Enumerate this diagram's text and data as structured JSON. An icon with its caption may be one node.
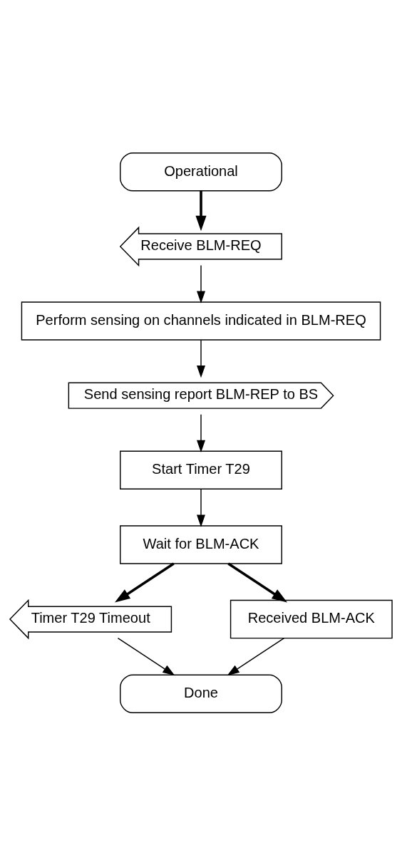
{
  "diagram": {
    "nodes": [
      {
        "text": [
          "Operational"
        ]
      },
      {
        "text": [
          "Receive BLM-REQ"
        ]
      },
      {
        "text": [
          "Perform sensing on channels indicated in BLM-REQ"
        ]
      },
      {
        "text": [
          "Send sensing report BLM-REP to BS"
        ]
      },
      {
        "text": [
          "Start Timer T29"
        ]
      },
      {
        "text": [
          "Wait for BLM-ACK"
        ]
      },
      {
        "text": [
          "Timer T29 Timeout"
        ]
      },
      {
        "text": [
          "Received BLM-ACK"
        ]
      },
      {
        "text": [
          "Done"
        ]
      }
    ],
    "edges": [
      {
        "from": 0,
        "to": 1,
        "arrow": "to",
        "style": "thick"
      },
      {
        "from": 1,
        "to": 2,
        "arrow": "to"
      },
      {
        "from": 2,
        "to": 3,
        "arrow": "to"
      },
      {
        "from": 3,
        "to": 4,
        "arrow": "to"
      },
      {
        "from": 4,
        "to": 5,
        "arrow": "to"
      },
      {
        "from": 5,
        "to": 6,
        "arrow": "to",
        "style": "thick"
      },
      {
        "from": 5,
        "to": 7,
        "arrow": "to",
        "style": "thick"
      },
      {
        "from": 6,
        "to": 8,
        "arrow": "to"
      },
      {
        "from": 7,
        "to": 8,
        "arrow": "to"
      }
    ]
  }
}
